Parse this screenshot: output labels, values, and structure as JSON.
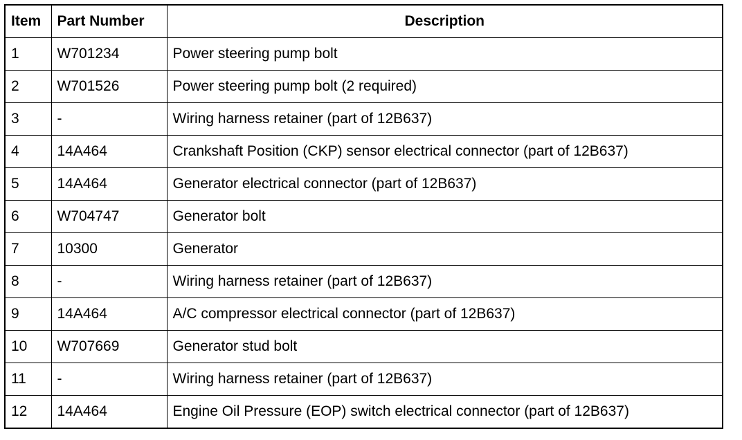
{
  "table": {
    "headers": {
      "item": "Item",
      "part_number": "Part Number",
      "description": "Description"
    },
    "rows": [
      {
        "item": "1",
        "part_number": "W701234",
        "description": "Power steering pump bolt"
      },
      {
        "item": "2",
        "part_number": "W701526",
        "description": "Power steering pump bolt (2 required)"
      },
      {
        "item": "3",
        "part_number": "-",
        "description": "Wiring harness retainer (part of 12B637)"
      },
      {
        "item": "4",
        "part_number": "14A464",
        "description": "Crankshaft Position (CKP) sensor electrical connector (part of 12B637)"
      },
      {
        "item": "5",
        "part_number": "14A464",
        "description": "Generator electrical connector (part of 12B637)"
      },
      {
        "item": "6",
        "part_number": "W704747",
        "description": "Generator bolt"
      },
      {
        "item": "7",
        "part_number": "10300",
        "description": "Generator"
      },
      {
        "item": "8",
        "part_number": "-",
        "description": "Wiring harness retainer (part of 12B637)"
      },
      {
        "item": "9",
        "part_number": "14A464",
        "description": "A/C compressor electrical connector (part of 12B637)"
      },
      {
        "item": "10",
        "part_number": "W707669",
        "description": "Generator stud bolt"
      },
      {
        "item": "11",
        "part_number": "-",
        "description": "Wiring harness retainer (part of 12B637)"
      },
      {
        "item": "12",
        "part_number": "14A464",
        "description": "Engine Oil Pressure (EOP) switch electrical connector (part of 12B637)"
      }
    ]
  }
}
